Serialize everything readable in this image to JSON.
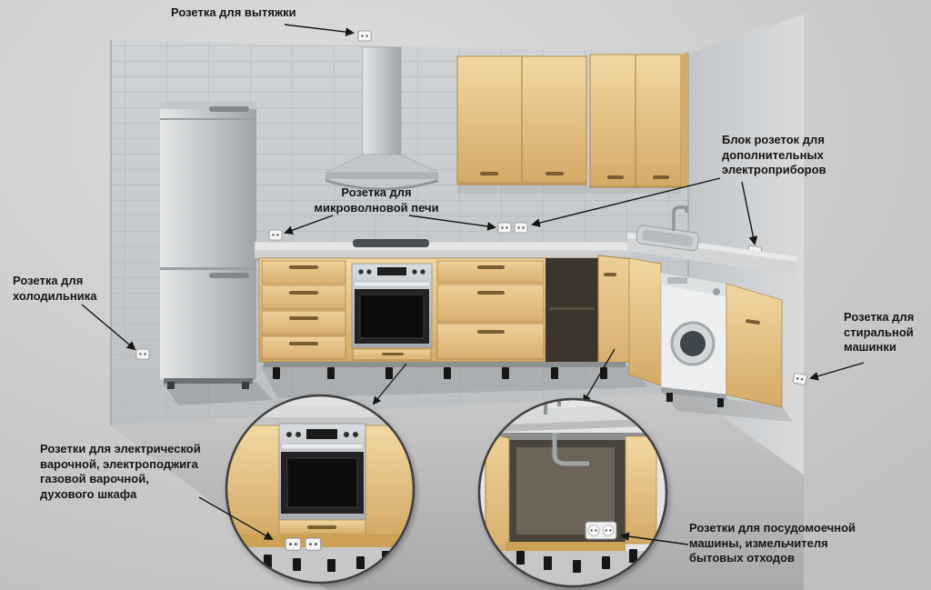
{
  "labels": {
    "hood": "Розетка для вытяжки",
    "extra_block": "Блок розеток для\nдополнительных\nэлектроприборов",
    "microwave": "Розетка для\nмикроволновой печи",
    "fridge": "Розетка для\nхолодильника",
    "washer": "Розетка для\nстиральной\nмашинки",
    "cooktop": "Розетки для электрической\nварочной, электроподжига\nгазовой варочной,\nдухового шкафа",
    "dishwasher": "Розетки для посудомоечной\nмашины, измельчителя\nбытовых отходов"
  },
  "icons": {
    "power_outlet": "white rounded square with two pin holes"
  },
  "colors": {
    "background": "#cccccc",
    "wall": "#c7cbcd",
    "cabinet_beige": "#e9c98e",
    "steel": "#b9bdc0",
    "callout_line": "#141414",
    "circle_border": "#3f3f3f"
  }
}
